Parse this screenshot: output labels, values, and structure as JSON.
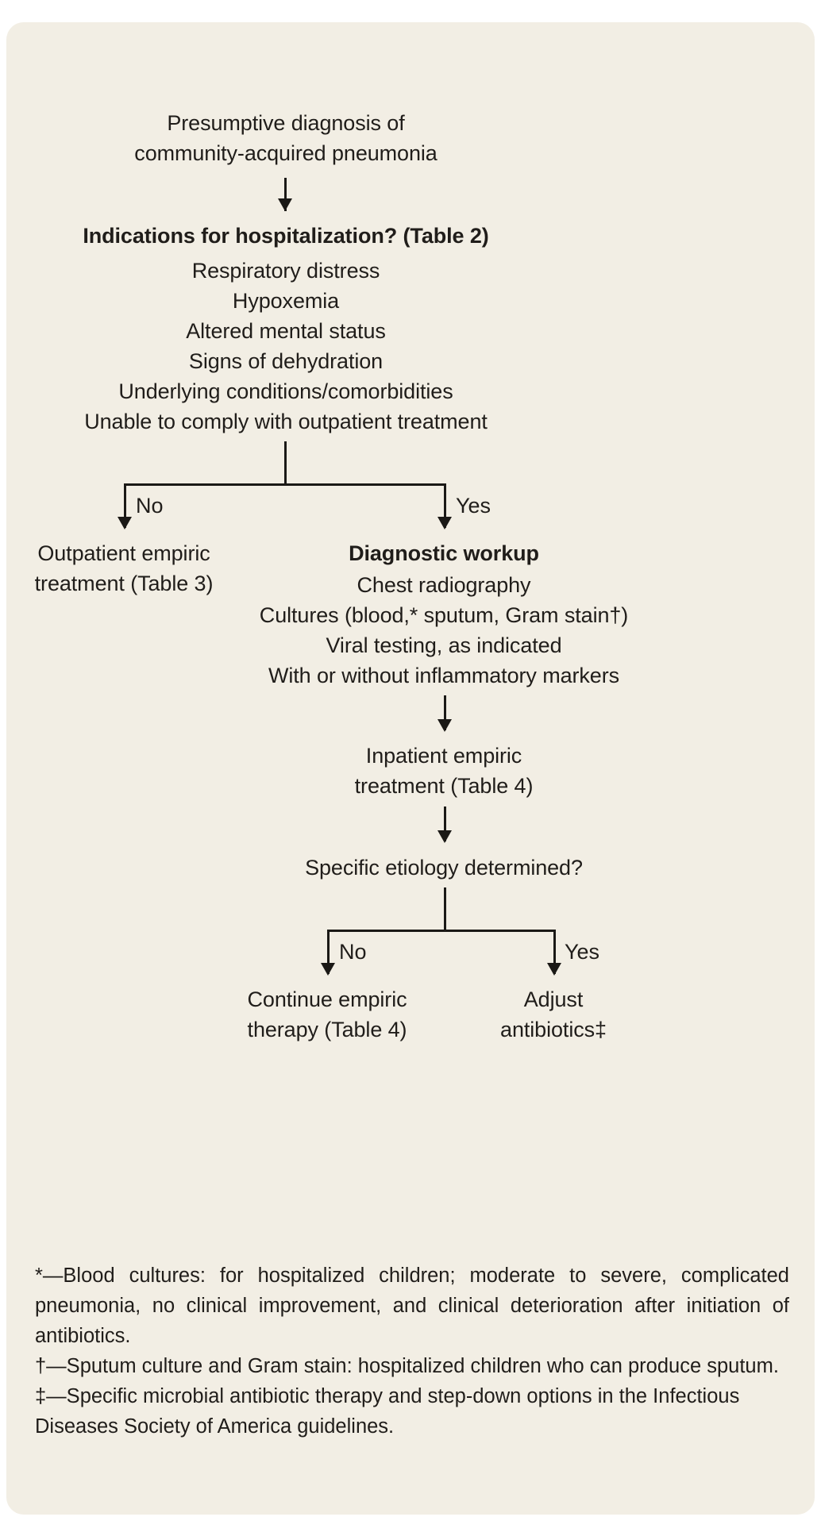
{
  "figure": {
    "type": "clinical-decision-flowchart",
    "background_color": "#f2eee4",
    "ink_color": "#201d1a"
  },
  "nodes": {
    "start": {
      "id": "presumptive-diagnosis",
      "lines": [
        "Presumptive diagnosis of",
        "community-acquired pneumonia"
      ],
      "bold": false
    },
    "hospitalization": {
      "id": "indications-for-hospitalization",
      "heading": "Indications for hospitalization? (Table 2)",
      "bold_heading": true,
      "criteria": [
        "Respiratory distress",
        "Hypoxemia",
        "Altered mental status",
        "Signs of dehydration",
        "Underlying conditions/comorbidities",
        "Unable to comply with outpatient treatment"
      ]
    },
    "outpatient": {
      "id": "outpatient-empiric-treatment",
      "lines": [
        "Outpatient empiric",
        "treatment (Table 3)"
      ],
      "bold": false
    },
    "workup": {
      "id": "diagnostic-workup",
      "heading": "Diagnostic workup",
      "bold_heading": true,
      "items": [
        "Chest radiography",
        "Cultures (blood,* sputum, Gram stain†)",
        "Viral testing, as indicated",
        "With or without inflammatory markers"
      ]
    },
    "inpatient": {
      "id": "inpatient-empiric-treatment",
      "lines": [
        "Inpatient empiric",
        "treatment (Table 4)"
      ],
      "bold": false
    },
    "etiology": {
      "id": "specific-etiology-determined",
      "question": "Specific etiology determined?"
    },
    "continue": {
      "id": "continue-empiric-therapy",
      "lines": [
        "Continue empiric",
        "therapy (Table 4)"
      ],
      "bold": false
    },
    "adjust": {
      "id": "adjust-antibiotics",
      "lines": [
        "Adjust",
        "antibiotics‡"
      ],
      "bold": false
    }
  },
  "branch_labels": {
    "hospitalization_no": "No",
    "hospitalization_yes": "Yes",
    "etiology_no": "No",
    "etiology_yes": "Yes"
  },
  "footnotes": [
    "*—Blood cultures: for hospitalized children; moderate to severe, complicated pneumonia, no clinical improvement, and clinical deterioration after initiation of antibiotics.",
    "†—Sputum culture and Gram stain: hospitalized children who can produce sputum.",
    "‡—Specific microbial antibiotic therapy and step-down options in the Infectious Diseases Society of America guidelines."
  ]
}
